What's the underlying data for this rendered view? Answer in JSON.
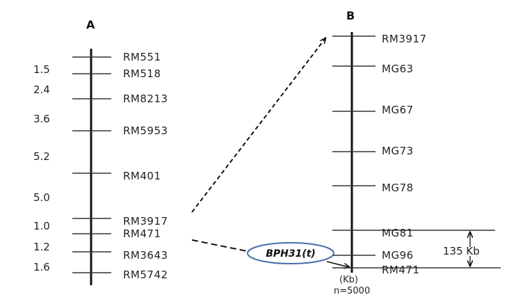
{
  "map_a": {
    "label": "A",
    "markers": [
      "RM551",
      "RM518",
      "RM8213",
      "RM5953",
      "RM401",
      "RM3917",
      "RM471",
      "RM3643",
      "RM5742"
    ],
    "distances": [
      "1.5",
      "2.4",
      "3.6",
      "5.2",
      "5.0",
      "1.0",
      "1.2",
      "1.6"
    ]
  },
  "map_b": {
    "label": "B",
    "markers": [
      "RM3917",
      "MG63",
      "MG67",
      "MG73",
      "MG78",
      "MG81",
      "MG96",
      "RM471"
    ],
    "unit": "(Kb)",
    "population": "n=5000"
  },
  "gene": {
    "name": "BPH31(t)",
    "ring_color": "#4a6ea8"
  },
  "interval": {
    "size": "135 Kb"
  }
}
